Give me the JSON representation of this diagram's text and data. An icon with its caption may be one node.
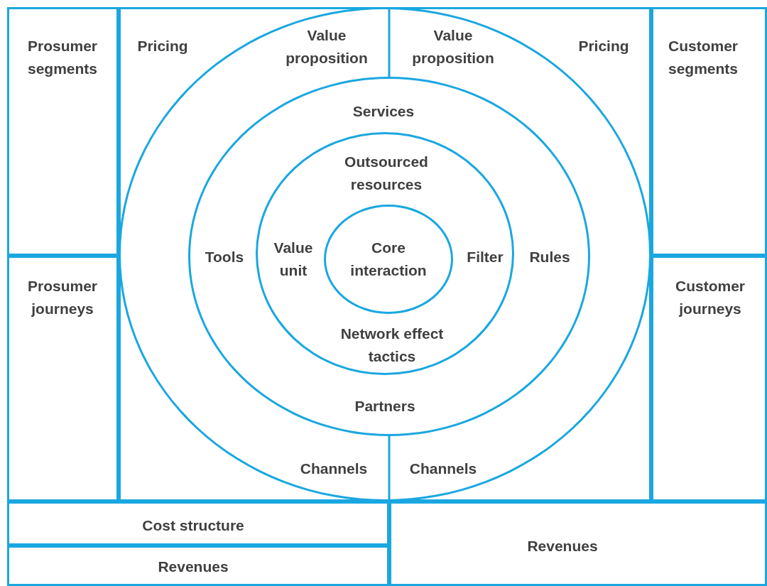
{
  "diagram": {
    "nodes": [
      {
        "text": [
          "Prosumer segments"
        ]
      },
      {
        "text": [
          "Prosumer journeys"
        ]
      },
      {
        "text": [
          "Pricing",
          "Pricing"
        ]
      },
      {
        "text": [
          "Customer segments"
        ]
      },
      {
        "text": [
          "Customer journeys"
        ]
      },
      {
        "text": [
          "Value proposition",
          "Value proposition",
          "Channels",
          "Channels"
        ],
        "in": 2
      },
      {
        "text": [
          "Services",
          "Tools",
          "Rules",
          "Partners"
        ],
        "in": 5
      },
      {
        "text": [
          "Outsourced resources",
          "Value unit",
          "Filter",
          "Network effect tactics"
        ],
        "in": 6
      },
      {
        "text": [
          "Core interaction"
        ],
        "in": 7
      },
      {
        "text": [
          "Cost structure"
        ]
      },
      {
        "text": [
          "Revenues"
        ]
      },
      {
        "text": [
          "Revenues"
        ]
      }
    ]
  }
}
